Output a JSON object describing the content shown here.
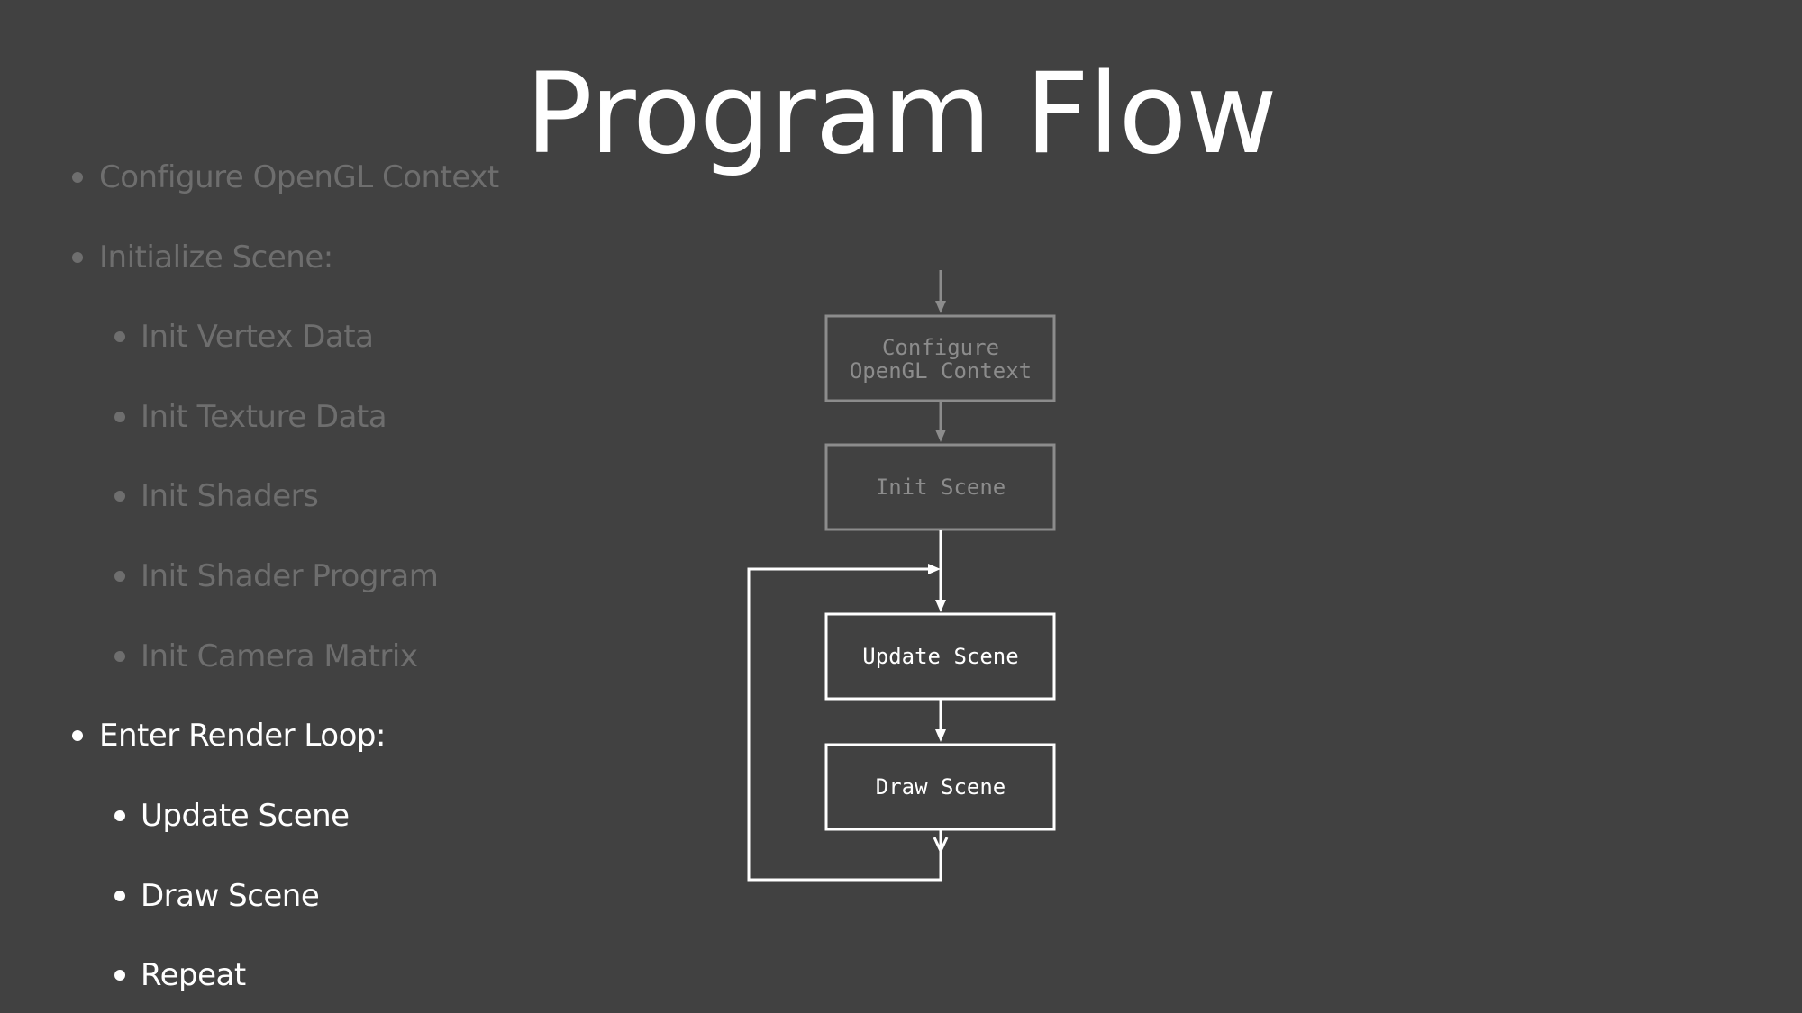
{
  "slide": {
    "title": "Program Flow"
  },
  "bullets": [
    {
      "text": "Configure OpenGL Context",
      "level": 1,
      "highlighted": false
    },
    {
      "text": "Initialize Scene:",
      "level": 1,
      "highlighted": false
    },
    {
      "text": "Init Vertex Data",
      "level": 2,
      "highlighted": false
    },
    {
      "text": "Init Texture Data",
      "level": 2,
      "highlighted": false
    },
    {
      "text": "Init Shaders",
      "level": 2,
      "highlighted": false
    },
    {
      "text": "Init Shader Program",
      "level": 2,
      "highlighted": false
    },
    {
      "text": "Init Camera Matrix",
      "level": 2,
      "highlighted": false
    },
    {
      "text": "Enter Render Loop:",
      "level": 1,
      "highlighted": true
    },
    {
      "text": "Update Scene",
      "level": 2,
      "highlighted": true
    },
    {
      "text": "Draw Scene",
      "level": 2,
      "highlighted": true
    },
    {
      "text": "Repeat",
      "level": 2,
      "highlighted": true
    }
  ],
  "diagram": {
    "nodes": [
      {
        "id": "configure",
        "line1": "Configure",
        "line2": "OpenGL Context",
        "highlighted": false
      },
      {
        "id": "init",
        "label": "Init Scene",
        "highlighted": false
      },
      {
        "id": "update",
        "label": "Update Scene",
        "highlighted": true
      },
      {
        "id": "draw",
        "label": "Draw Scene",
        "highlighted": true
      }
    ]
  },
  "colors": {
    "background": "#414141",
    "dim": "#8c8c8c",
    "bright": "#ffffff"
  }
}
